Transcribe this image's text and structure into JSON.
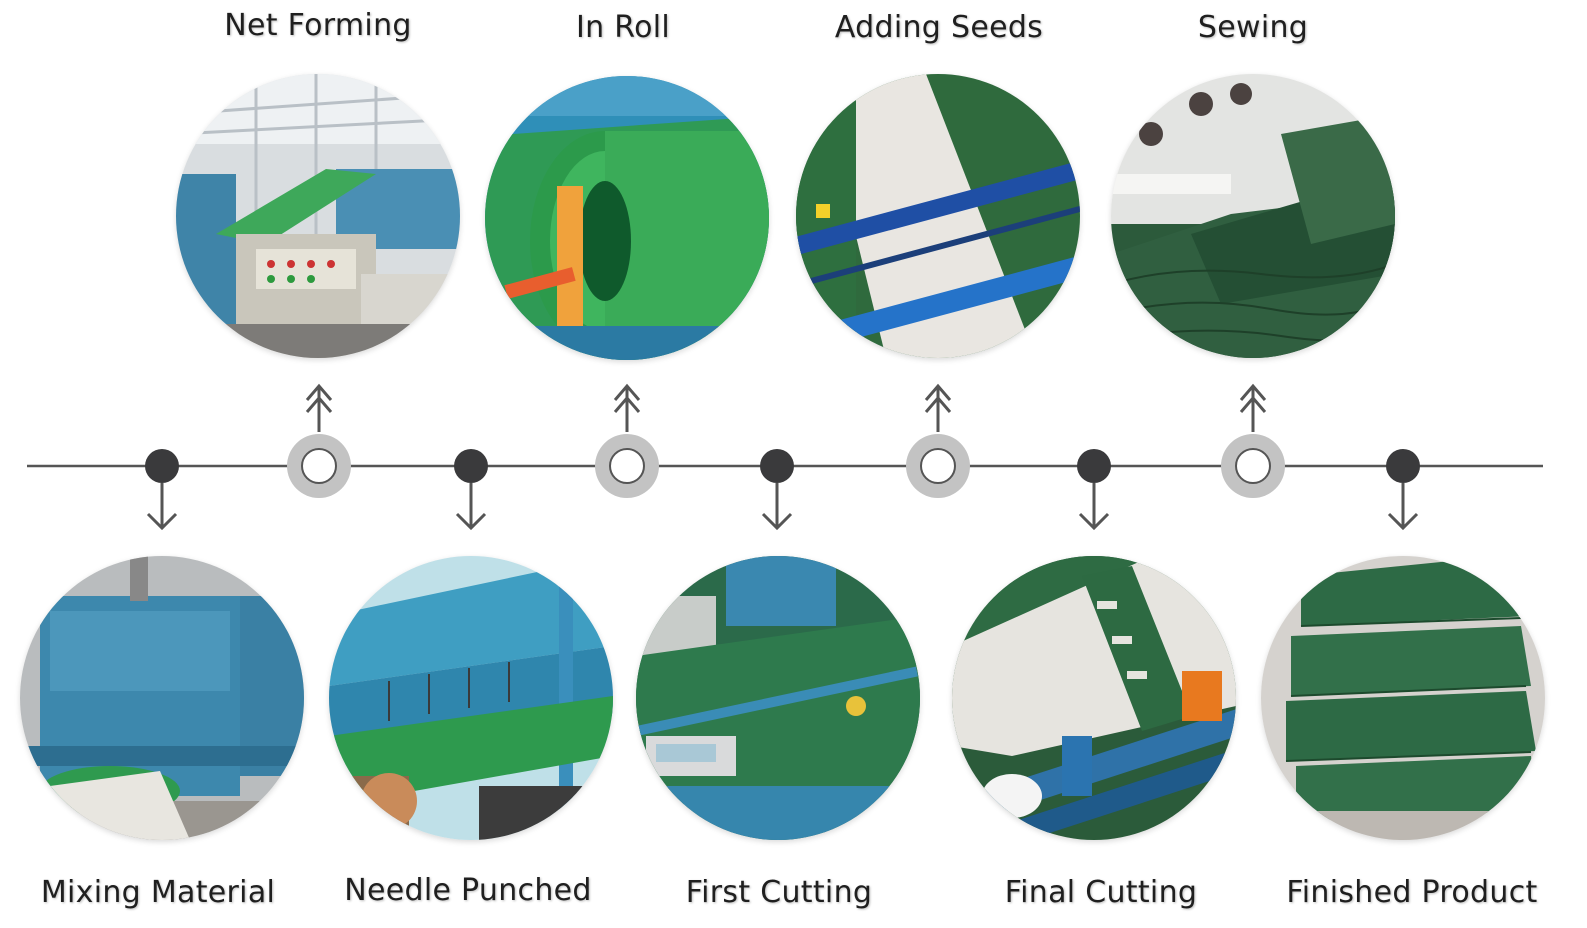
{
  "colors": {
    "line": "#555555",
    "marker_dark": "#3a3a3c",
    "ring_outer": "#c3c3c3",
    "ring_inner": "#ffffff",
    "arrow": "#555555",
    "text": "#1f1f1f"
  },
  "steps_bottom": [
    {
      "label": "Mixing Material"
    },
    {
      "label": "Needle Punched"
    },
    {
      "label": "First Cutting"
    },
    {
      "label": "Final Cutting"
    },
    {
      "label": "Finished Product"
    }
  ],
  "steps_top": [
    {
      "label": "Net Forming"
    },
    {
      "label": "In Roll"
    },
    {
      "label": "Adding Seeds"
    },
    {
      "label": "Sewing"
    }
  ]
}
